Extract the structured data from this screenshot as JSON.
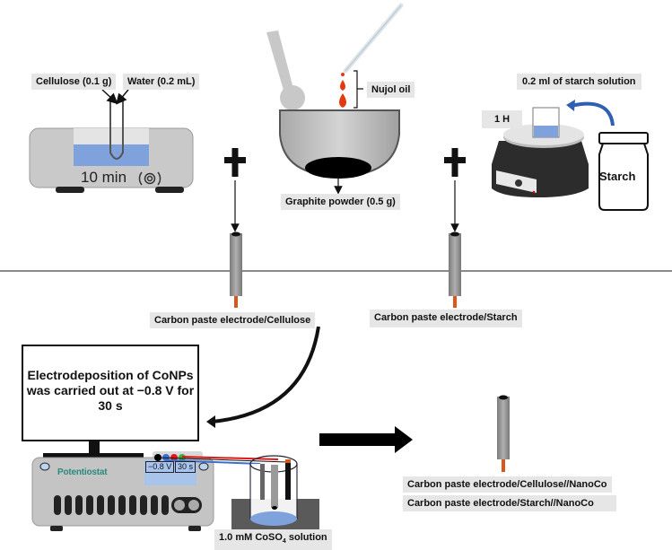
{
  "figure": {
    "top_panel": {
      "sonicator": {
        "inputs": [
          {
            "label": "Cellulose (0.1 g)"
          },
          {
            "label": "Water (0.2 mL)"
          }
        ],
        "duration": "10 min",
        "icon": "ultrasound-waves-icon"
      },
      "mortar": {
        "oil_label": "Nujol oil",
        "powder_label": "Graphite powder (0.5 g)"
      },
      "hotplate": {
        "time_label": "1 H",
        "solution_label": "0.2 ml of starch solution",
        "jar_label": "Starch"
      },
      "plus_symbol": "+",
      "electrodes": [
        {
          "label": "Carbon paste electrode/Cellulose"
        },
        {
          "label": "Carbon paste electrode/Starch"
        }
      ]
    },
    "bottom_panel": {
      "monitor_text": "Electrodeposition of CoNPs was carried out at −0.8 V for 30 s",
      "potentiostat": {
        "brand": "Potentiostat",
        "voltage_display": "−0.8 V",
        "time_display": "30 s",
        "lead_colors": [
          "#000000",
          "#3a6fd0",
          "#e01818",
          "#3cb043"
        ]
      },
      "cell_label_prefix": "1.0 mM CoSO",
      "cell_label_sub": "4",
      "cell_label_suffix": " solution",
      "products": [
        {
          "label": "Carbon paste electrode/Cellulose//NanoCo"
        },
        {
          "label": "Carbon paste electrode/Starch//NanoCo"
        }
      ]
    },
    "colors": {
      "liquid_blue": "#7fa1dc",
      "electrode_copper": "#d9561c",
      "label_bg": "#e6e6e6",
      "arrow_blue": "#2f5fb0",
      "oil_red": "#e23a0e"
    }
  }
}
